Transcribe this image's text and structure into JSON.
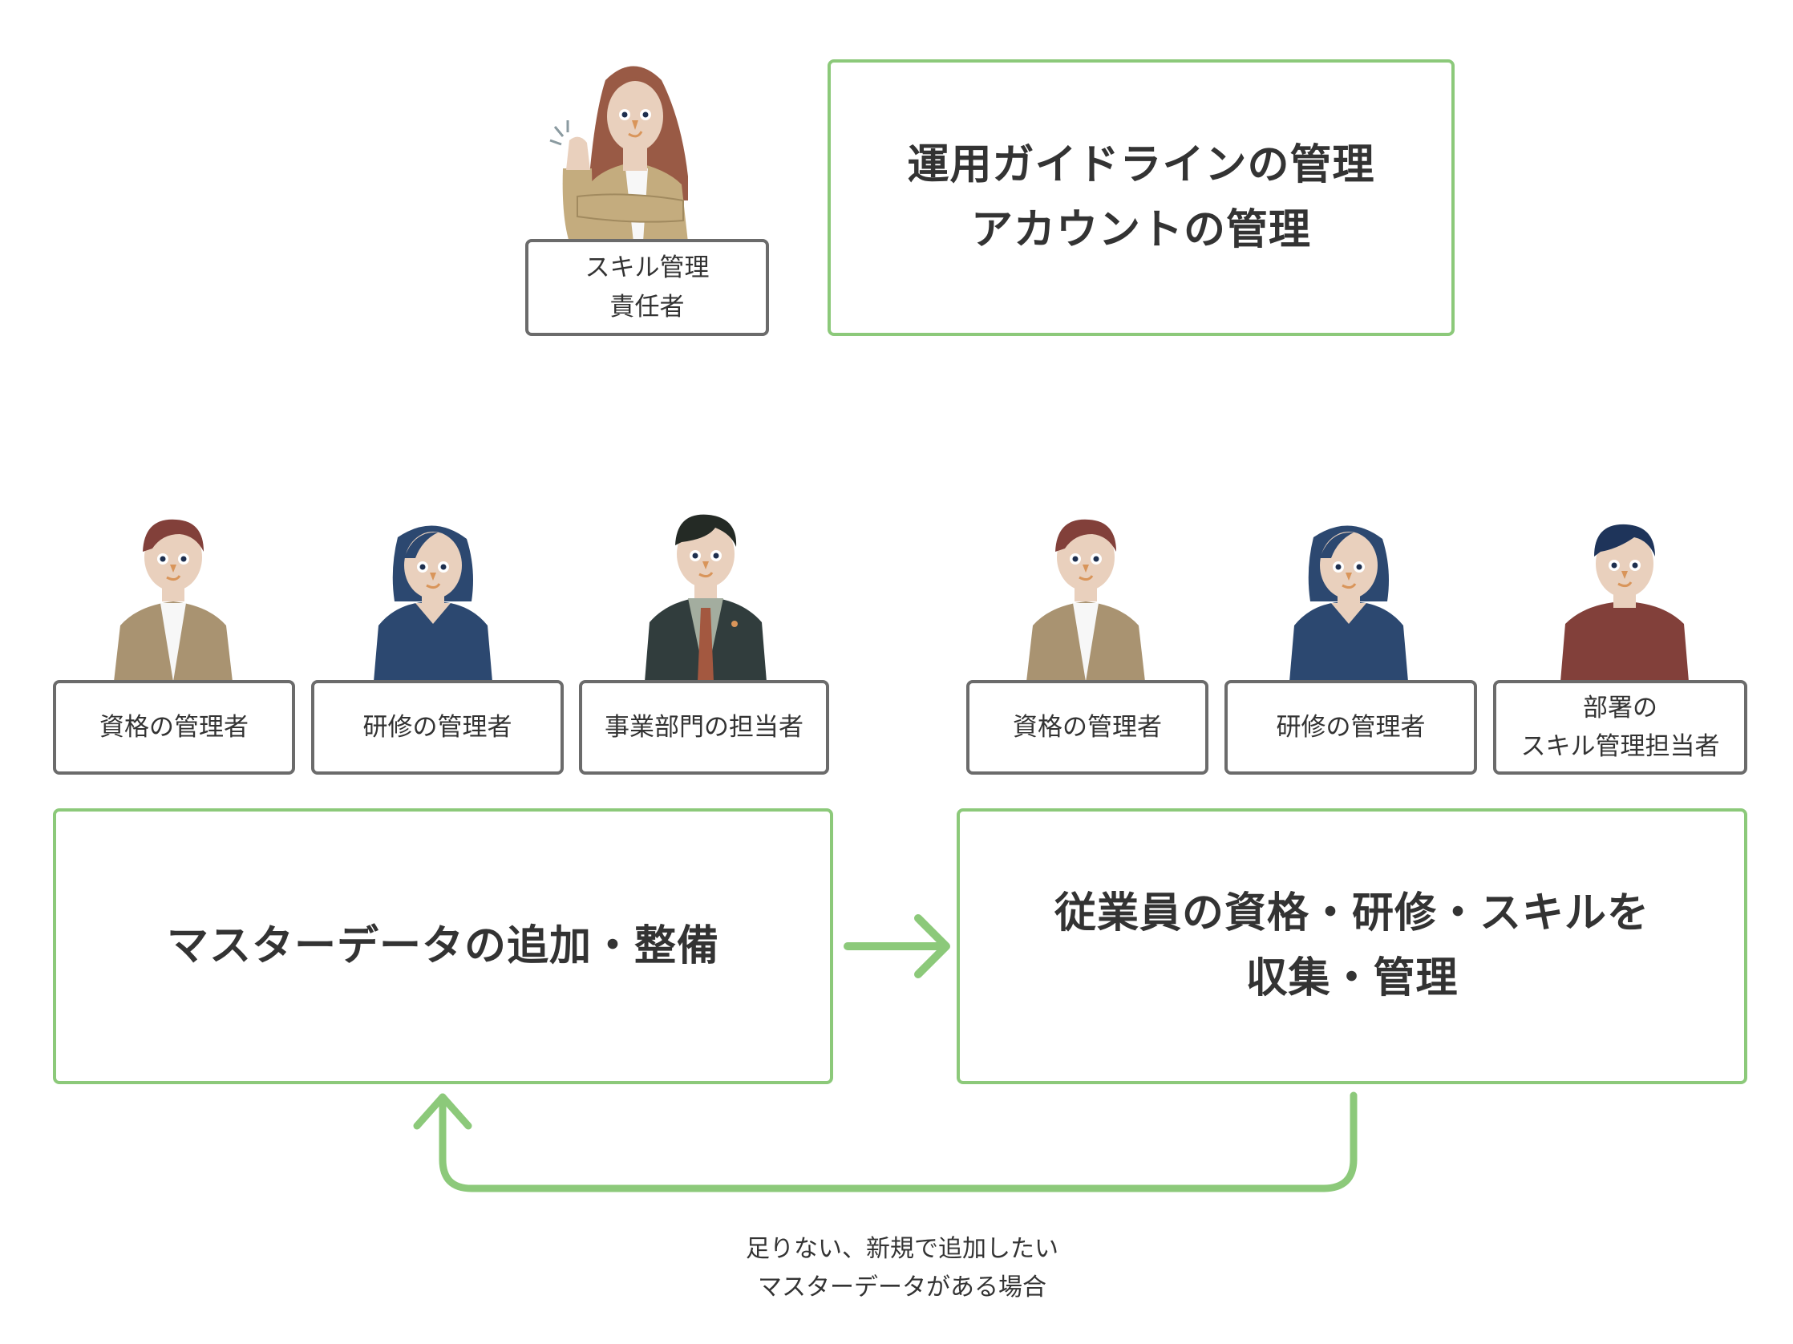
{
  "colors": {
    "accent_green": "#8cc97a",
    "label_border": "#6b6b6b",
    "text": "#333333"
  },
  "top": {
    "lead": {
      "figure": "woman-fist-pump-figure",
      "label_lines": [
        "スキル管理",
        "責任者"
      ]
    },
    "responsibility_box": {
      "lines": [
        "運用ガイドラインの管理",
        "アカウントの管理"
      ]
    }
  },
  "left_group": {
    "roles": [
      {
        "figure": "man-beige-jacket-figure",
        "label_lines": [
          "資格の管理者"
        ]
      },
      {
        "figure": "woman-navy-sweater-figure",
        "label_lines": [
          "研修の管理者"
        ]
      },
      {
        "figure": "man-dark-suit-figure",
        "label_lines": [
          "事業部門の担当者"
        ]
      }
    ],
    "task_box": {
      "lines": [
        "マスターデータの追加・整備"
      ]
    }
  },
  "right_group": {
    "roles": [
      {
        "figure": "man-beige-jacket-figure",
        "label_lines": [
          "資格の管理者"
        ]
      },
      {
        "figure": "woman-navy-sweater-figure",
        "label_lines": [
          "研修の管理者"
        ]
      },
      {
        "figure": "man-red-sweater-figure",
        "label_lines": [
          "部署の",
          "スキル管理担当者"
        ]
      }
    ],
    "task_box": {
      "lines": [
        "従業員の資格・研修・スキルを",
        "収集・管理"
      ]
    }
  },
  "flow": {
    "forward_arrow": "arrow-right",
    "feedback_arrow": "arrow-loop-back",
    "feedback_note_lines": [
      "足りない、新規で追加したい",
      "マスターデータがある場合"
    ]
  }
}
